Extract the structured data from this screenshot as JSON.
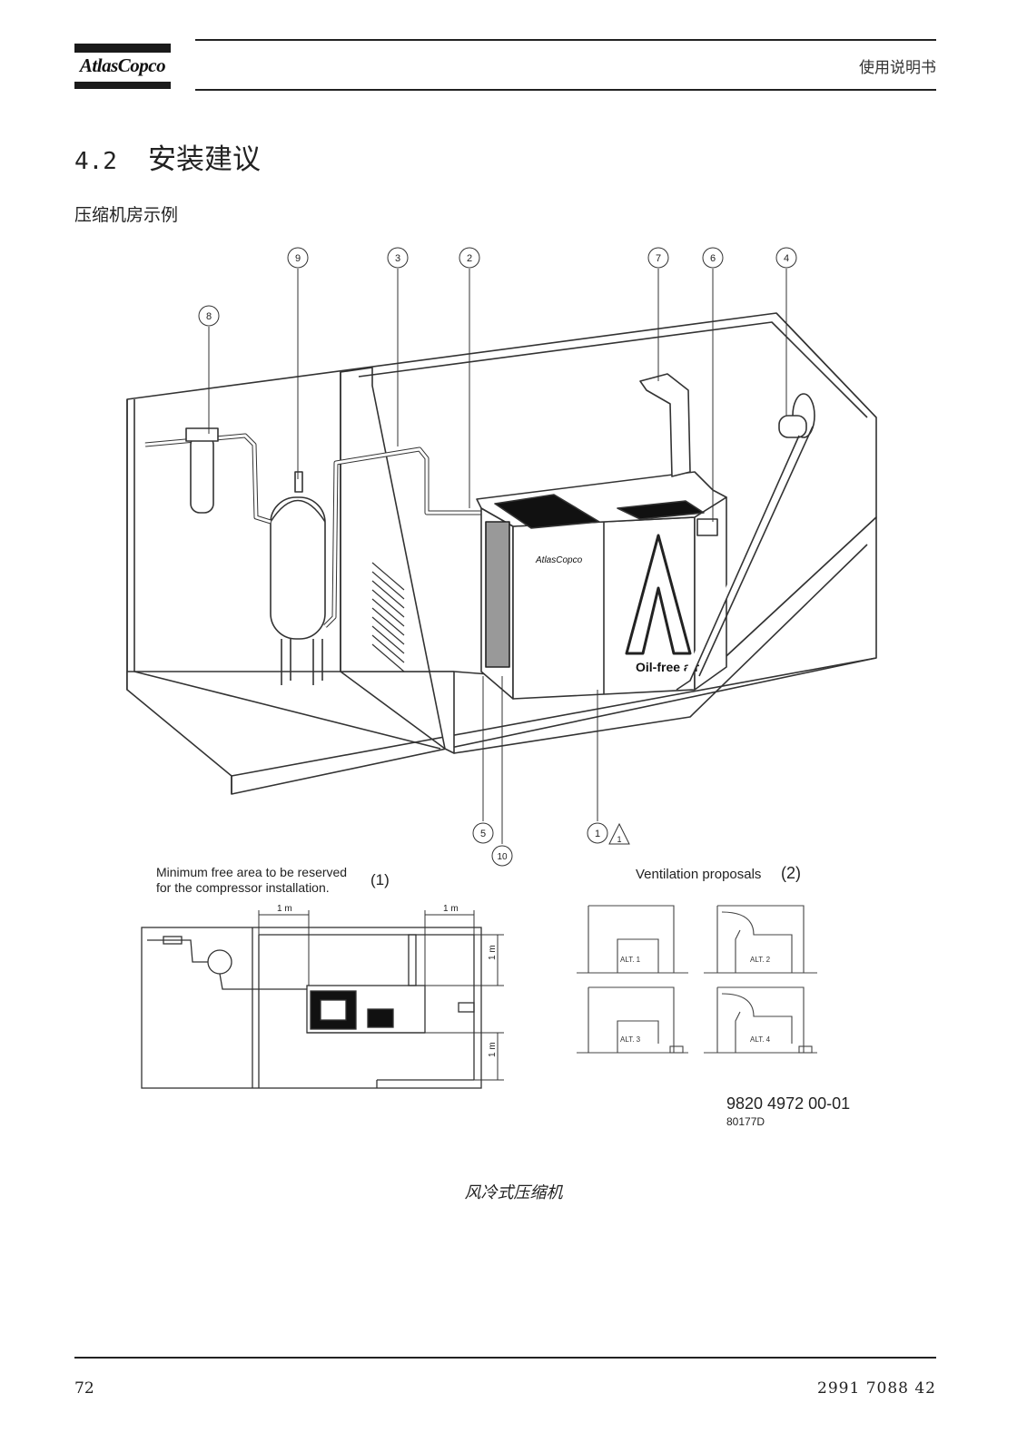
{
  "header": {
    "logo_text": "AtlasCopco",
    "manual_title": "使用说明书"
  },
  "section": {
    "number": "4.2",
    "title": "安装建议"
  },
  "subtitle": "压缩机房示例",
  "figure": {
    "callouts": [
      "9",
      "3",
      "2",
      "7",
      "6",
      "4",
      "8",
      "5",
      "10",
      "1"
    ],
    "warning_symbol": "1",
    "min_area": {
      "line1": "Minimum free area to be reserved",
      "line2": "for the compressor installation.",
      "ref": "(1)",
      "dim_top_left": "1 m",
      "dim_top_right": "1 m",
      "dim_side_top": "1 m",
      "dim_side_bottom": "1 m"
    },
    "ventilation": {
      "label": "Ventilation proposals",
      "ref": "(2)",
      "alts": [
        "ALT. 1",
        "ALT. 2",
        "ALT. 3",
        "ALT. 4"
      ]
    },
    "drawing_number": "9820 4972 00-01",
    "drawing_code": "80177D"
  },
  "caption": "风冷式压缩机",
  "footer": {
    "page_number": "72",
    "doc_number": "2991 7088 42"
  }
}
